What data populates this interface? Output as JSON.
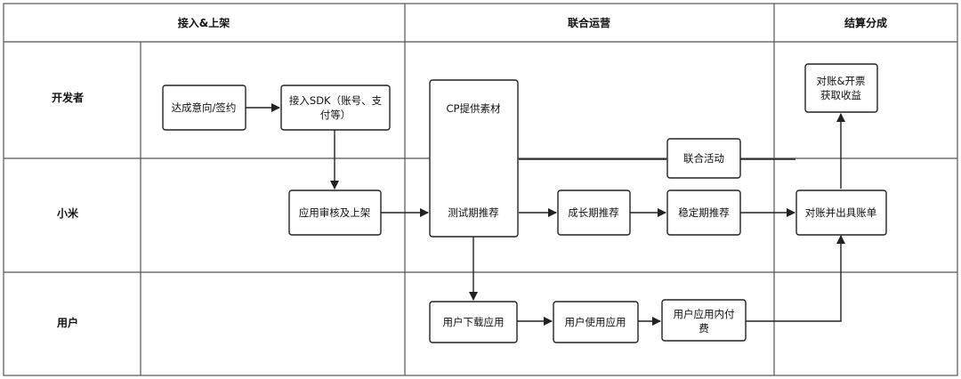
{
  "headers": {
    "col1": "接入&上架",
    "col2": "联合运营",
    "col3": "结算分成"
  },
  "lanes": {
    "developer": "开发者",
    "xiaomi": "小米",
    "user": "用户"
  },
  "nodes": {
    "intent": "达成意向/签约",
    "sdk_line1": "接入SDK（账号、支",
    "sdk_line2": "付等）",
    "review": "应用审核及上架",
    "cp_material": "CP提供素材",
    "test_recommend": "测试期推荐",
    "growth_recommend": "成长期推荐",
    "stable_recommend": "稳定期推荐",
    "joint_activity": "联合活动",
    "reconcile_bill": "对账并出具账单",
    "invoice_line1": "对账&开票",
    "invoice_line2": "获取收益",
    "download": "用户下载应用",
    "use_app": "用户使用应用",
    "iap_line1": "用户应用内付",
    "iap_line2": "费"
  }
}
